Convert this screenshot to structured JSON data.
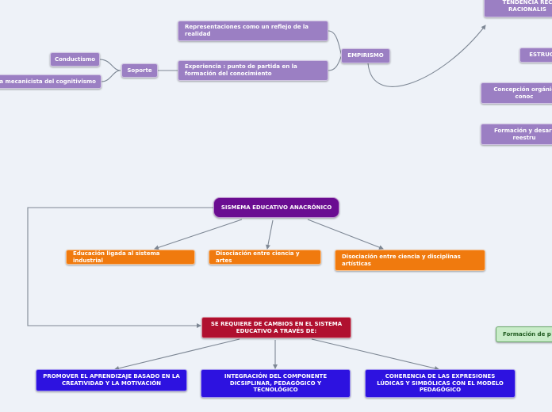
{
  "nodes": {
    "representaciones": "Representaciones como un reflejo de la realidad",
    "experiencia": "Experiencia : punto de partida en la formación del conocimiento",
    "empirismo": "EMPIRISMO",
    "soporte": "Soporte",
    "conductismo": "Conductismo",
    "mecanicista": "a mecanicista del cognitivismo",
    "tendencia": "TENDENCIA REC RACIONALIS",
    "estructura": "ESTRUCT",
    "concepcion": "Concepción orgánic conoc",
    "formacion_desarrollo": "Formación y desarr reestru",
    "sistema": "SISMEMA EDUCATIVO ANACRÓNICO",
    "educacion_industrial": "Educación ligada al sistema industrial",
    "disociacion_artes": "Disociación entre ciencia y artes",
    "disociacion_disciplinas": "Disociación entre ciencia y disciplinas artísticas",
    "cambios": "SE REQUIERE DE CAMBIOS EN EL SISTEMA EDUCATIVO A TRAVÉS DE:",
    "promover": "PROMOVER EL APRENDIZAJE BASADO EN LA CREATIVIDAD Y LA MOTIVACIÓN",
    "integracion": "INTEGRACIÓN DEL COMPONENTE DICSIPLINAR, PEDAGÓGICO Y TECNOLÓGICO",
    "coherencia": "COHERENCIA DE LAS EXPRESIONES LÚDICAS Y SIMBÓLICAS CON EL MODELO PEDAGÓGICO",
    "formacion_p": "Formación de p"
  },
  "colors": {
    "background": "#eef2f8",
    "purple": "#9b7fc3",
    "violet": "#6a0d91",
    "orange": "#f07a0e",
    "crimson": "#b0102f",
    "blue": "#2d12e0",
    "green": "#c8ecc8",
    "connector": "#7d8794"
  }
}
